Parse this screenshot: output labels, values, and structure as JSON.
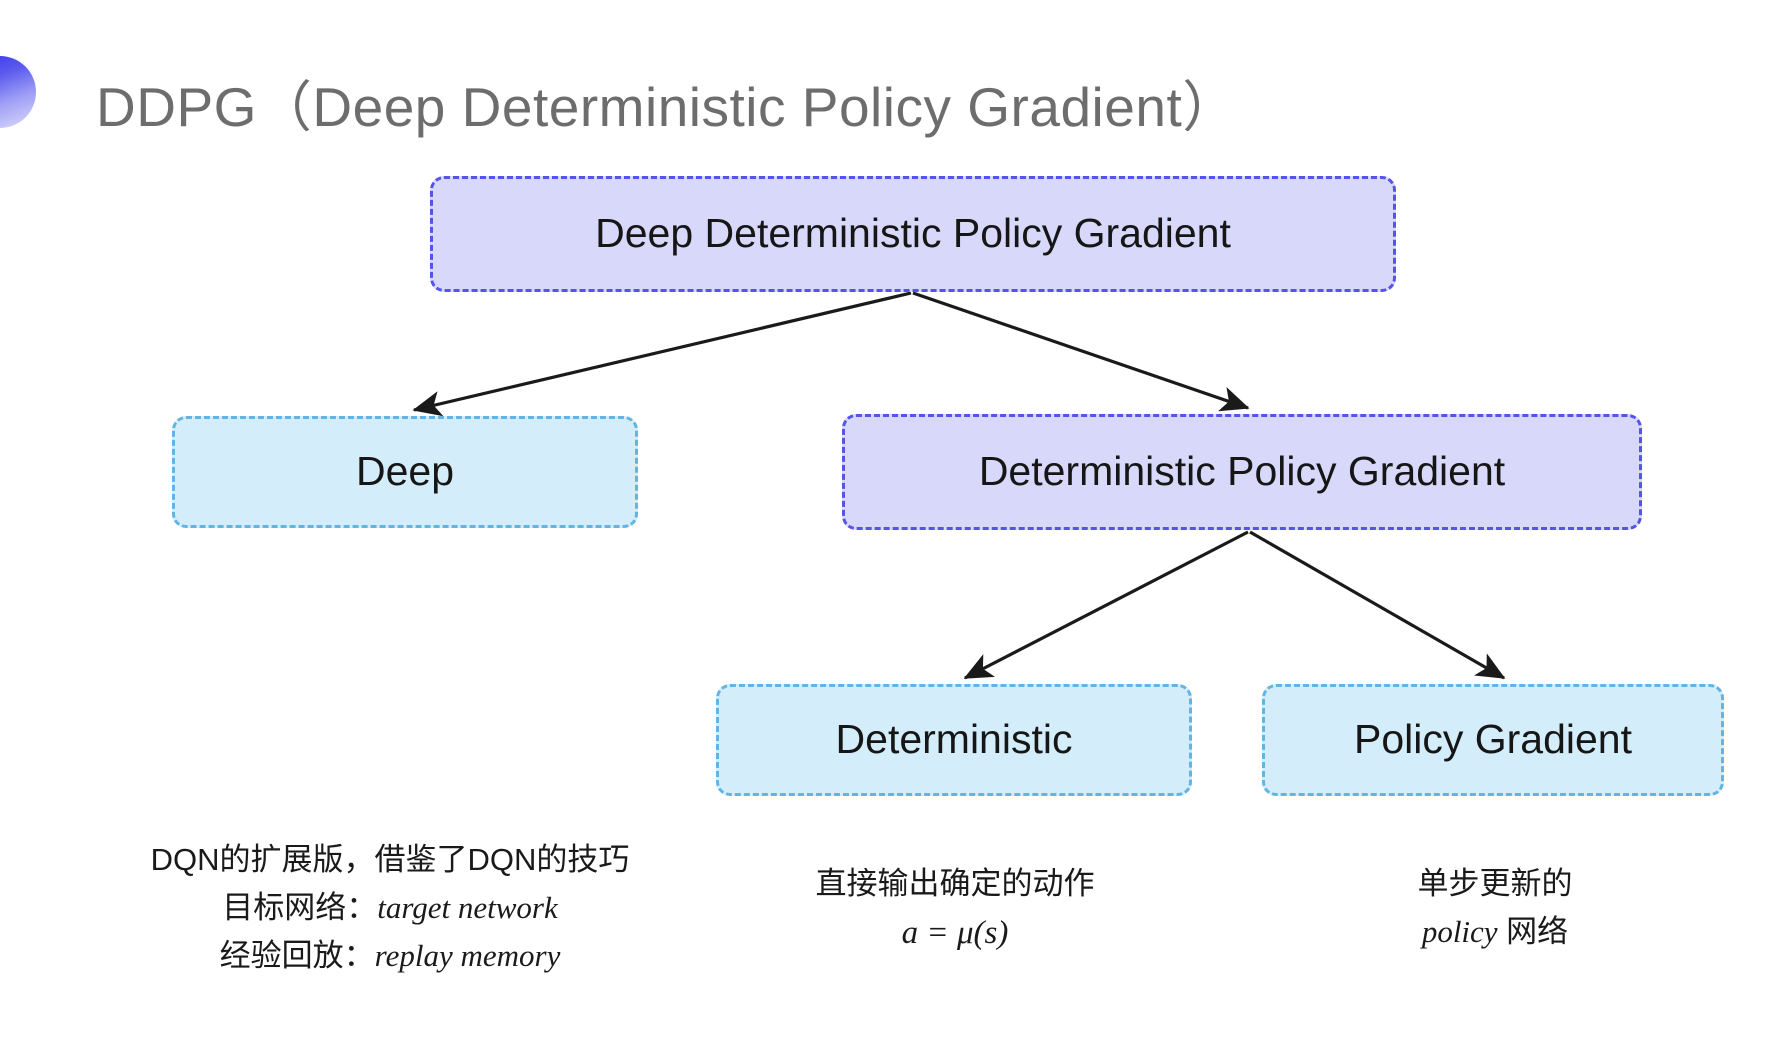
{
  "slide": {
    "title": "DDPG（Deep Deterministic Policy Gradient）",
    "bullet_icon": "half-circle-gradient-icon",
    "background_color": "#ffffff",
    "title_color": "#6d6d6d"
  },
  "colors": {
    "purple_fill": "#d8d8fb",
    "purple_border": "#5454e6",
    "blue_fill": "#d3edfa",
    "blue_border": "#62b4e2",
    "arrow": "#1a1a1a",
    "text": "#161616"
  },
  "diagram": {
    "nodes": {
      "root": {
        "label": "Deep Deterministic Policy Gradient",
        "style": "purple"
      },
      "deep": {
        "label": "Deep",
        "style": "blue"
      },
      "dpg": {
        "label": "Deterministic Policy Gradient",
        "style": "purple"
      },
      "deterministic": {
        "label": "Deterministic",
        "style": "blue"
      },
      "policy_gradient": {
        "label": "Policy Gradient",
        "style": "blue"
      }
    },
    "edges": [
      {
        "from": "root",
        "to": "deep",
        "arrow": true
      },
      {
        "from": "root",
        "to": "dpg",
        "arrow": true
      },
      {
        "from": "dpg",
        "to": "deterministic",
        "arrow": true
      },
      {
        "from": "dpg",
        "to": "policy_gradient",
        "arrow": true
      }
    ]
  },
  "captions": {
    "deep": {
      "line1": "DQN的扩展版，借鉴了DQN的技巧",
      "line2_label": "目标网络：",
      "line2_value": "target network",
      "line3_label": "经验回放：",
      "line3_value": "replay memory"
    },
    "deterministic": {
      "line1": "直接输出确定的动作",
      "formula": "a = μ(s)"
    },
    "policy_gradient": {
      "line1": "单步更新的",
      "line2_value": "policy",
      "line2_suffix": " 网络"
    }
  }
}
